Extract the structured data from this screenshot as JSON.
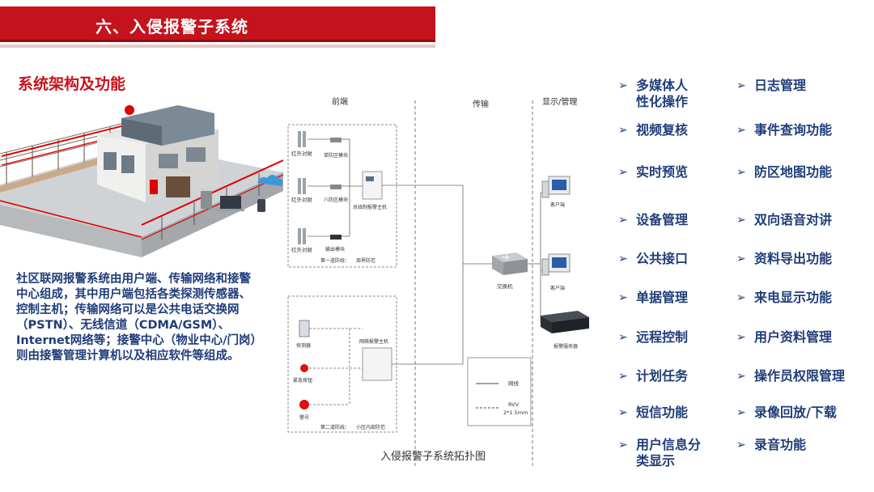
{
  "header": {
    "title": "六、入侵报警子系统"
  },
  "section": {
    "title": "系统架构及功能"
  },
  "description": "社区联网报警系统由用户端、传输网络和接警中心组成，其中用户端包括各类探测传感器、控制主机；传输网络可以是公共电话交换网（PSTN）、无线信道（CDMA/GSM）、Internet网络等；接警中心（物业中心/门岗）则由接警管理计算机以及相应软件等组成。",
  "diagram": {
    "caption": "入侵报警子系统拓扑图",
    "col_front": "前端",
    "col_transmit": "传输",
    "col_display": "显示/管理",
    "ir_label_1": "红外对射",
    "ir_label_2": "红外对射",
    "ir_label_3": "红外对射",
    "module_1": "单防区模块",
    "module_8": "八防区模块",
    "module_out": "输出模块",
    "bus_host": "总线制报警主机",
    "zone1_label": "第一道防线：",
    "zone1_desc": "周界防范",
    "detector": "探测器",
    "emergency_btn": "紧急按钮",
    "siren": "警号",
    "net_host": "网络报警主机",
    "zone2_label": "第二道防线：",
    "zone2_desc": "小区内部防范",
    "switch": "交换机",
    "client_1": "客户端",
    "client_2": "客户端",
    "server": "报警服务器",
    "legend_line1": "网线",
    "legend_line2": "RVV",
    "legend_line2_spec": "2*1.5mm"
  },
  "features": {
    "left": [
      [
        "多媒体人",
        "性化操作"
      ],
      [
        "视频复核"
      ],
      [
        "实时预览"
      ],
      [
        "设备管理"
      ],
      [
        "公共接口"
      ],
      [
        "单据管理"
      ],
      [
        "远程控制"
      ],
      [
        "计划任务"
      ],
      [
        "短信功能"
      ],
      [
        "用户信息分",
        "类显示"
      ]
    ],
    "right": [
      [
        "日志管理"
      ],
      [
        "事件查询功能"
      ],
      [
        "防区地图功能"
      ],
      [
        "双向语音对讲"
      ],
      [
        "资料导出功能"
      ],
      [
        "来电显示功能"
      ],
      [
        "用户资料管理"
      ],
      [
        "操作员权限管理"
      ],
      [
        "录像回放/下载"
      ],
      [
        "录音功能"
      ]
    ],
    "arrow_glyph": "➢"
  },
  "colors": {
    "brand_red": "#c4131c",
    "text_blue": "#1f3d7a"
  }
}
